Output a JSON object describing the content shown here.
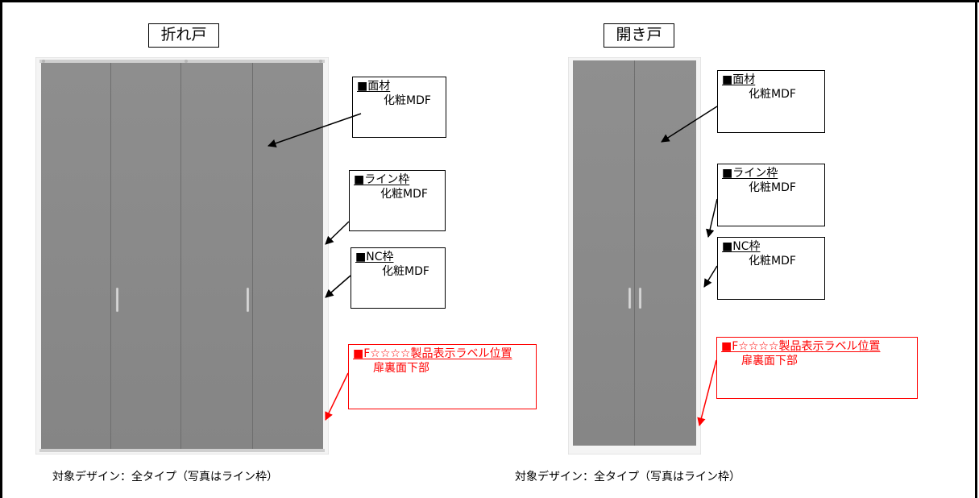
{
  "folding_door": {
    "title": "折れ戸",
    "caption": "対象デザイン：全タイプ（写真はライン枠）",
    "callouts": {
      "face_material": {
        "head": "■面材",
        "body": "化粧MDF"
      },
      "line_frame": {
        "head": "■ライン枠",
        "body": "化粧MDF"
      },
      "nc_frame": {
        "head": "■NC枠",
        "body": "化粧MDF"
      },
      "label_position": {
        "head": "■F☆☆☆☆製品表示ラベル位置",
        "body": "扉裏面下部"
      }
    }
  },
  "hinged_door": {
    "title": "開き戸",
    "caption": "対象デザイン：全タイプ（写真はライン枠）",
    "callouts": {
      "face_material": {
        "head": "■面材",
        "body": "化粧MDF"
      },
      "line_frame": {
        "head": "■ライン枠",
        "body": "化粧MDF"
      },
      "nc_frame": {
        "head": "■NC枠",
        "body": "化粧MDF"
      },
      "label_position": {
        "head": "■F☆☆☆☆製品表示ラベル位置",
        "body": "扉裏面下部"
      }
    }
  },
  "colors": {
    "door_panel": "#8a8a8a",
    "door_frame": "#f3f3f3",
    "accent_red": "#ff0000",
    "arrow_black": "#000000"
  }
}
